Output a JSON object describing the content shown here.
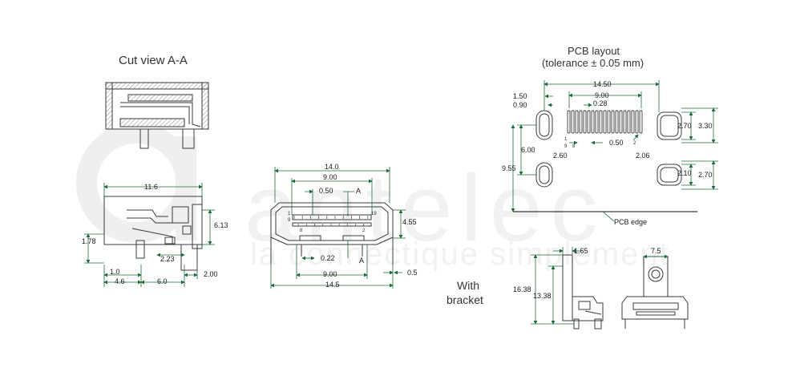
{
  "watermark": {
    "brand": "antelec",
    "slogan": "la connectique simplement"
  },
  "colors": {
    "dimension": "#1f6b3a",
    "outline": "#3a3a3a",
    "hatch": "#8a8a8a",
    "watermark": "#efefef"
  },
  "cut_view": {
    "title": "Cut view A-A"
  },
  "side_view": {
    "dims": {
      "width_top": "11.6",
      "height_right": "6.13",
      "left_small": "1.78",
      "pin_pos": "2.23",
      "b1": "1.0",
      "b2": "4.6",
      "b3": "6.0",
      "b4": "2.00"
    }
  },
  "front_view": {
    "dims": {
      "w_140": "14.0",
      "w_900_top": "9.00",
      "w_050": "0.50",
      "a_top": "A",
      "h_455": "4.55",
      "w_022": "0.22",
      "a_bottom": "A",
      "w_900_bottom": "9.00",
      "w_145": "14.5",
      "d_05": "0.5"
    },
    "pin_labels": {
      "p1": "1",
      "p9": "9",
      "p19": "19",
      "p2": "2",
      "p8": "8"
    }
  },
  "pcb_layout": {
    "title_line1": "PCB layout",
    "title_line2": "(tolerance ± 0.05 mm)",
    "dims": {
      "w_1450": "14.50",
      "w_900": "9.00",
      "w_028": "0.28",
      "w_150": "1.50",
      "w_090": "0.90",
      "h_600": "6.00",
      "h_955": "9.55",
      "w_260": "2.60",
      "w_050": "0.50",
      "w_206": "2.06",
      "slot1_h": "2.70",
      "slot1_total": "3.30",
      "slot2_h": "2.10",
      "slot2_total": "2.70"
    },
    "pin_labels": {
      "p1": "1",
      "p9": "9",
      "p8": "8",
      "p2": "2"
    },
    "pcb_edge": "PCB edge"
  },
  "bracket": {
    "title_line1": "With",
    "title_line2": "bracket",
    "dims": {
      "d_165": "1.65",
      "d_1638": "16.38",
      "d_1338": "13.38",
      "d_75": "7.5"
    }
  }
}
